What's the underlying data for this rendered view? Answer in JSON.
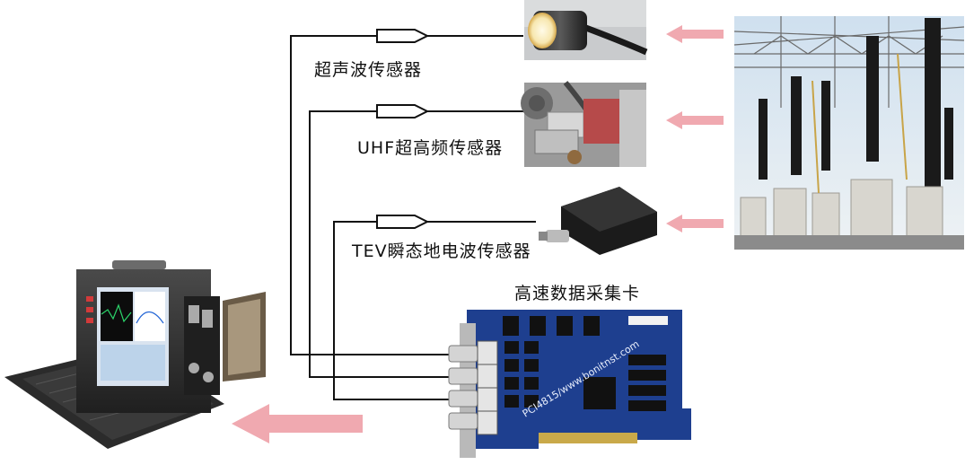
{
  "labels": {
    "ultrasonic": "超声波传感器",
    "uhf": "UHF超高频传感器",
    "tev": "TEV瞬态地电波传感器",
    "daq": "高速数据采集卡"
  },
  "watermark": "PCI4815/www.bonitnst.com",
  "colors": {
    "arrow": "#f0a9b0",
    "line": "#111111",
    "pcb": "#1e3f8f"
  }
}
